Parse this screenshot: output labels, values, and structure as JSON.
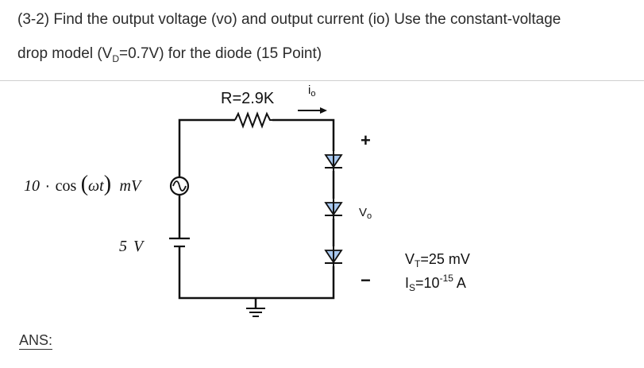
{
  "question": {
    "line1": "(3-2) Find the output voltage (vo) and output current (io) Use the constant-voltage",
    "line2_prefix": "drop model (V",
    "line2_sub": "D",
    "line2_suffix": "=0.7V) for the diode (15 Point)"
  },
  "circuit": {
    "resistor_label": "R=2.9K",
    "current_label_main": "i",
    "current_label_sub": "o",
    "ac_source_prefix": "10",
    "ac_source_dot": "·",
    "ac_source_func": "cos",
    "ac_source_arg": "ωt",
    "ac_source_unit": "mV",
    "dc_source_value": "5",
    "dc_source_unit": "V",
    "plus_sign": "+",
    "minus_sign": "−",
    "vo_main": "V",
    "vo_sub": "o",
    "diode_color": "#a8c8f0"
  },
  "params": {
    "vt_main": "V",
    "vt_sub": "T",
    "vt_value": "=25 mV",
    "is_main": "I",
    "is_sub": "S",
    "is_base": "=10",
    "is_exp": "-15",
    "is_unit": " A"
  },
  "answer_label": "ANS:"
}
